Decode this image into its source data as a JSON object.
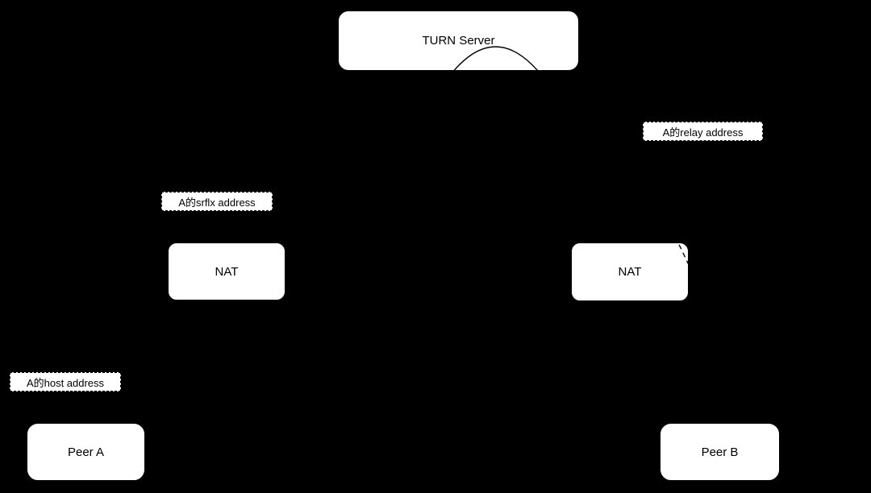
{
  "diagram": {
    "nodes": {
      "turn_server": "TURN Server",
      "nat_left": "NAT",
      "nat_right": "NAT",
      "peer_a": "Peer A",
      "peer_b": "Peer B"
    },
    "address_labels": {
      "relay": "A的relay address",
      "srflx": "A的srflx address",
      "host": "A的host address"
    },
    "colors": {
      "background": "#000000",
      "node_fill": "#ffffff",
      "node_border": "#000000",
      "text": "#000000",
      "connector_line": "#000000"
    }
  }
}
